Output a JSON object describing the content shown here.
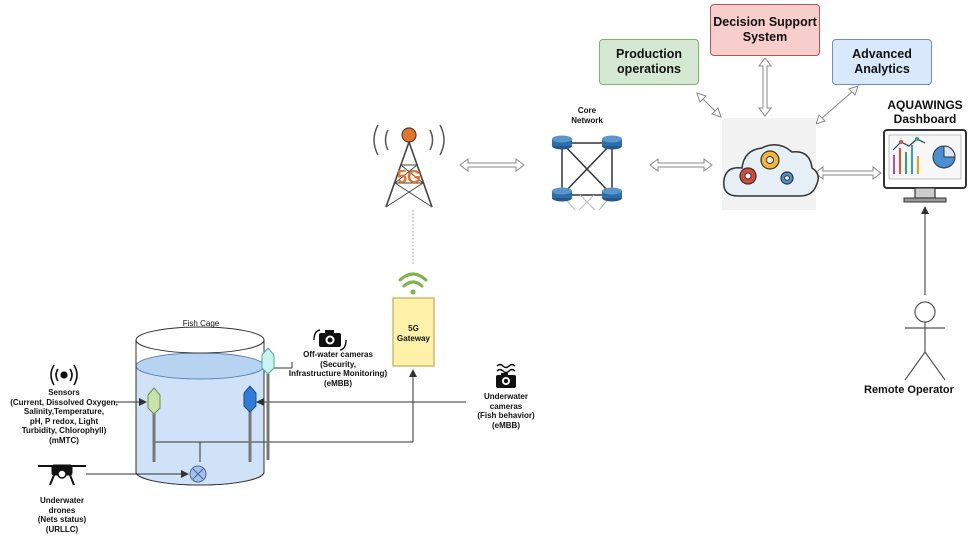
{
  "boxes": {
    "production": "Production\noperations",
    "decision": "Decision Support\nSystem",
    "analytics": "Advanced\nAnalytics"
  },
  "labels": {
    "core_network": "Core\nNetwork",
    "dashboard": "AQUAWINGS\nDashboard",
    "remote_operator": "Remote Operator",
    "fish_cage": "Fish Cage",
    "gateway": "5G\nGateway",
    "tower_text": "5G",
    "off_water_cameras": "Off-water cameras\n(Security,\nInfrastructure Monitoring)\n(eMBB)",
    "underwater_cameras": "Underwater\ncameras\n(Fish behavior)\n(eMBB)",
    "sensors": "Sensors\n(Current, Dissolved Oxygen,\nSalinity,Temperature,\npH, P redox, Light\nTurbidity, Chlorophyll)\n(mMTC)",
    "drones": "Underwater\ndrones\n(Nets status)\n(URLLC)"
  },
  "colors": {
    "production_fill": "#d5e8d4",
    "decision_fill": "#f8cecc",
    "analytics_fill": "#dae8fc",
    "gateway_fill": "#fff2a8",
    "water": "#cfe2f7",
    "water_top": "#b7d3f2",
    "tower_accent": "#e8742a",
    "router_blue": "#2e6ea8"
  },
  "icons": [
    "cell-tower-icon",
    "wifi-icon",
    "cloud-gears-icon",
    "monitor-dashboard-icon",
    "router-icon",
    "camera-icon",
    "underwater-camera-icon",
    "sensor-signal-icon",
    "drone-icon",
    "person-icon"
  ]
}
